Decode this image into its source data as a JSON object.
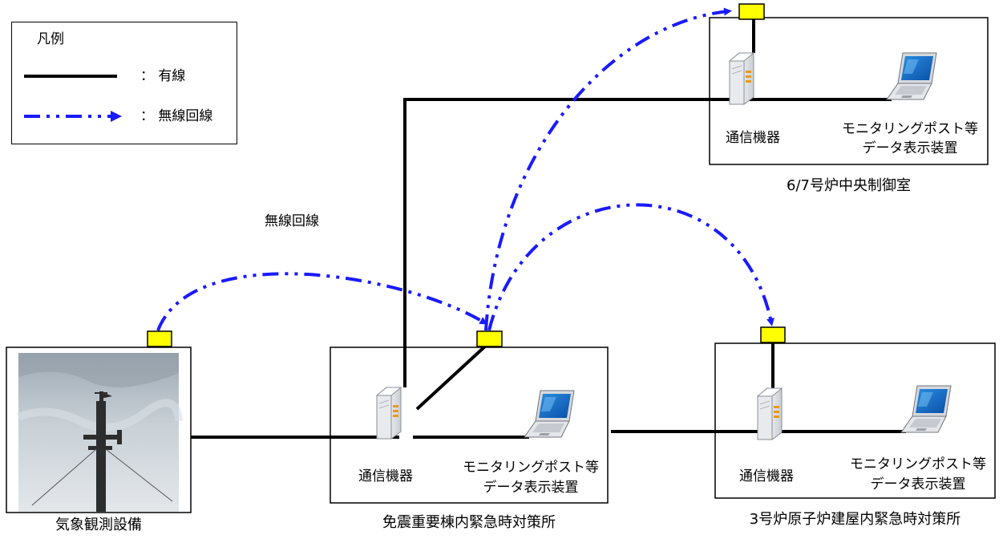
{
  "legend": {
    "title": "凡例",
    "wired_label": "：  有線",
    "wireless_label": "：  無線回線"
  },
  "wireless_caption": "無線回線",
  "colors": {
    "wired": "#000000",
    "wireless": "#1a1aff",
    "antenna": "#ffff00"
  },
  "sites": {
    "weather": {
      "caption": "気象観測設備"
    },
    "seismic": {
      "caption": "免震重要棟内緊急時対策所",
      "comm_label": "通信機器",
      "display_label_1": "モニタリングポスト等",
      "display_label_2": "データ表示装置"
    },
    "control": {
      "caption": "6/7号炉中央制御室",
      "comm_label": "通信機器",
      "display_label_1": "モニタリングポスト等",
      "display_label_2": "データ表示装置"
    },
    "reactor3": {
      "caption": "3号炉原子炉建屋内緊急時対策所",
      "comm_label": "通信機器",
      "display_label_1": "モニタリングポスト等",
      "display_label_2": "データ表示装置"
    }
  }
}
